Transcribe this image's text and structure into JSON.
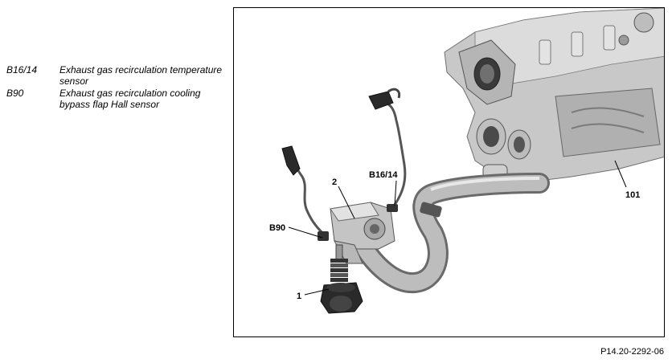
{
  "legend": {
    "items": [
      {
        "code": "B16/14",
        "description": "Exhaust gas recirculation temperature sensor"
      },
      {
        "code": "B90",
        "description": "Exhaust gas recirculation cooling bypass flap Hall sensor"
      }
    ]
  },
  "figure": {
    "callouts": {
      "c1": "1",
      "c2": "2",
      "b90": "B90",
      "b1614": "B16/14",
      "c101": "101"
    },
    "figure_code": "P14.20-2292-06",
    "colors": {
      "metal": "#c8c8c8",
      "metal_dark": "#8a8a8a",
      "metal_light": "#e6e6e6",
      "rubber": "#2a2a2a",
      "wire": "#555555"
    }
  }
}
